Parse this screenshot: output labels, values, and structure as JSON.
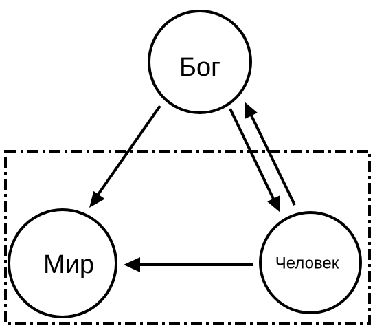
{
  "nodes": {
    "god": {
      "label": "Бог"
    },
    "world": {
      "label": "Мир"
    },
    "human": {
      "label": "Человек"
    }
  },
  "edges": [
    {
      "from": "god",
      "to": "world"
    },
    {
      "from": "god",
      "to": "human"
    },
    {
      "from": "human",
      "to": "god"
    },
    {
      "from": "human",
      "to": "world"
    }
  ],
  "frame": {
    "style": "dash-dot",
    "encloses": [
      "world",
      "human"
    ]
  },
  "colors": {
    "stroke": "#000000",
    "background": "#ffffff"
  }
}
